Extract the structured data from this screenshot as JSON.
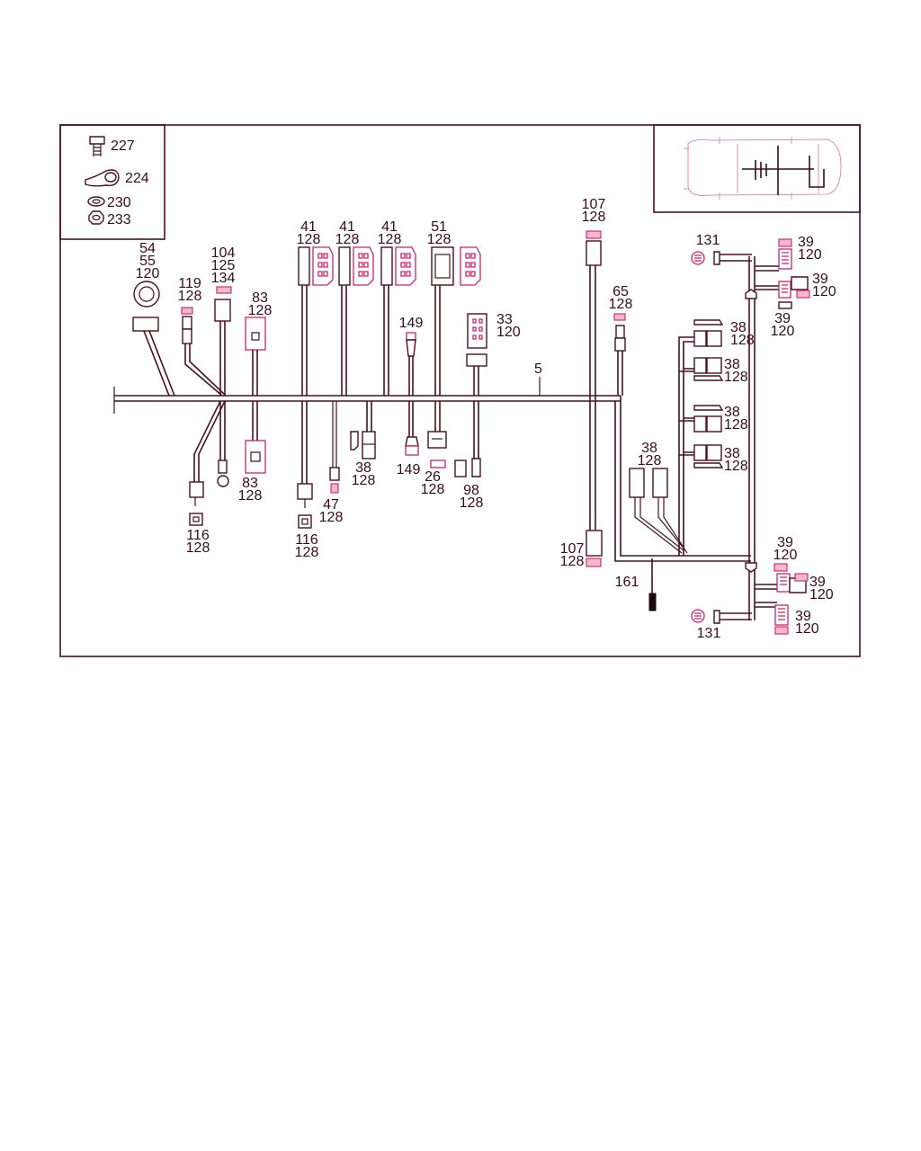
{
  "legend": {
    "items": [
      {
        "num": "227",
        "icon": "bolt-icon"
      },
      {
        "num": "224",
        "icon": "clamp-icon"
      },
      {
        "num": "230",
        "icon": "spring-washer-icon"
      },
      {
        "num": "233",
        "icon": "nut-icon"
      }
    ]
  },
  "main_harness_label": "5",
  "callouts": {
    "c54": [
      "54",
      "55",
      "120"
    ],
    "c119": [
      "119",
      "128"
    ],
    "c104": [
      "104",
      "125",
      "134"
    ],
    "c83top": [
      "83",
      "128"
    ],
    "c41a": [
      "41",
      "128"
    ],
    "c41b": [
      "41",
      "128"
    ],
    "c41c": [
      "41",
      "128"
    ],
    "c51": [
      "51",
      "128"
    ],
    "c149top": [
      "149"
    ],
    "c33": [
      "33",
      "120"
    ],
    "c107top": [
      "107",
      "128"
    ],
    "c65": [
      "65",
      "128"
    ],
    "c131top": [
      "131"
    ],
    "c39a": [
      "39",
      "120"
    ],
    "c39b": [
      "39",
      "120"
    ],
    "c39c": [
      "39",
      "120"
    ],
    "c38r1": [
      "38",
      "128"
    ],
    "c38r2": [
      "38",
      "128"
    ],
    "c38r3": [
      "38",
      "128"
    ],
    "c38r4": [
      "38",
      "128"
    ],
    "c38mid": [
      "38",
      "128"
    ],
    "c116a": [
      "116",
      "128"
    ],
    "c83bot": [
      "83",
      "128"
    ],
    "c116b": [
      "116",
      "128"
    ],
    "c47": [
      "47",
      "128"
    ],
    "c38low": [
      "38",
      "128"
    ],
    "c149bot": [
      "149"
    ],
    "c26": [
      "26",
      "128"
    ],
    "c98": [
      "98",
      "128"
    ],
    "c107bot": [
      "107",
      "128"
    ],
    "c161": [
      "161"
    ],
    "c39d": [
      "39",
      "120"
    ],
    "c39e": [
      "39",
      "120"
    ],
    "c39f": [
      "39",
      "120"
    ],
    "c131bot": [
      "131"
    ]
  },
  "colors": {
    "line": "#4a1020",
    "accent": "#d0206a",
    "accent_fill": "#f5b8cc"
  }
}
